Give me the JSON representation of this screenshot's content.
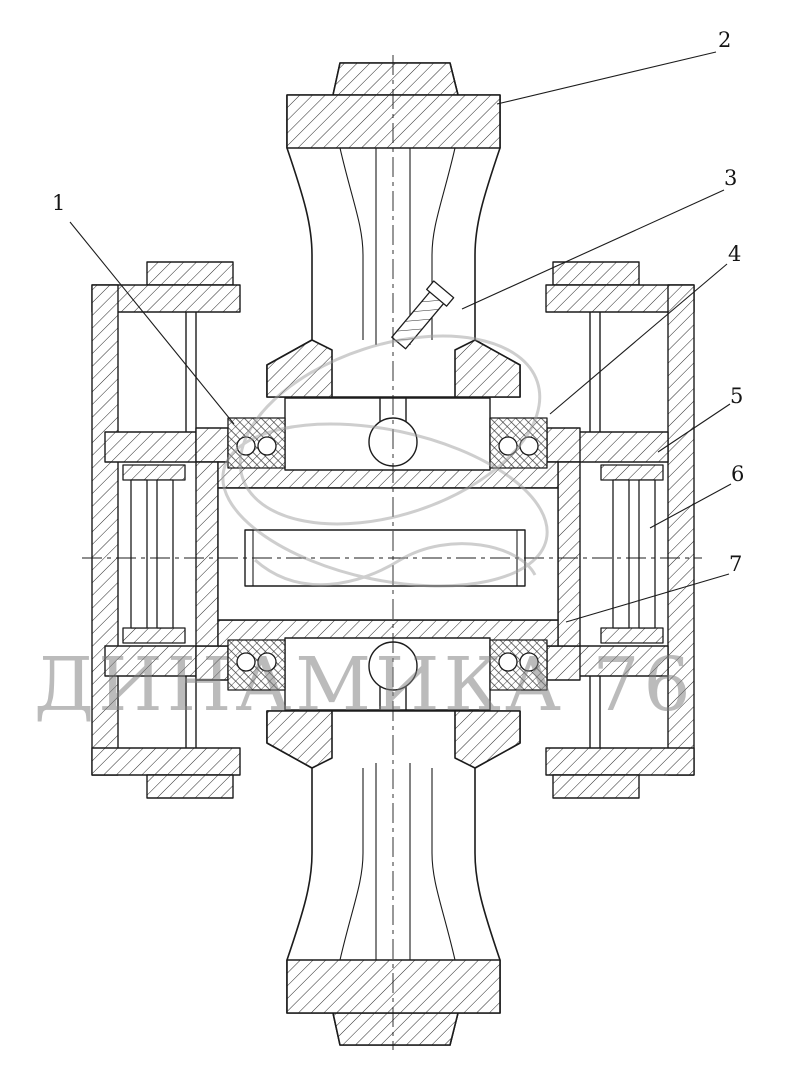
{
  "watermark": {
    "text": "ДИНАМИКА 76",
    "color": "#9a9a9a"
  },
  "callouts": [
    {
      "label": "1"
    },
    {
      "label": "2"
    },
    {
      "label": "3"
    },
    {
      "label": "4"
    },
    {
      "label": "5"
    },
    {
      "label": "6"
    },
    {
      "label": "7"
    }
  ],
  "colors": {
    "line": "#1c1c1c",
    "background": "#ffffff",
    "watermark_gray": "#9a9a9a"
  }
}
